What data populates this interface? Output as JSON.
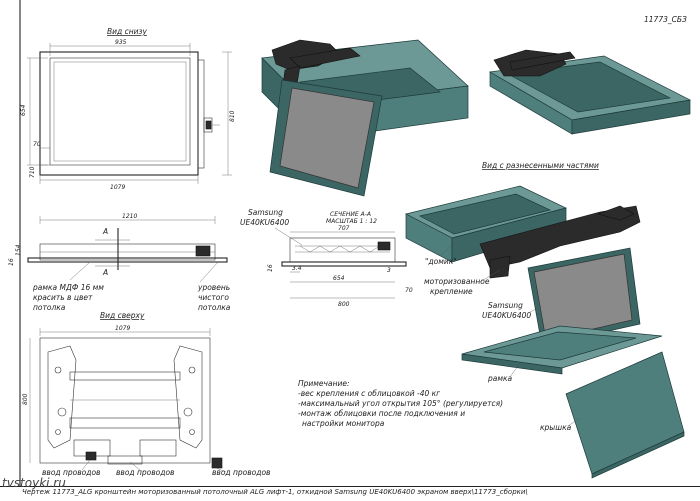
{
  "drawing_code": "11773_СБЗ",
  "views": {
    "bottom": "Вид снизу",
    "top": "Вид сверху",
    "exploded": "Вид с разнесенными частями"
  },
  "dims_bottom": {
    "w_top": "935",
    "w_bottom": "1079",
    "h_left": "654",
    "h_right": "810",
    "d_70": "70",
    "d_710": "710"
  },
  "dims_side": {
    "w": "1210",
    "h": "16",
    "h2": "154",
    "sec": "A"
  },
  "dims_top": {
    "w": "1079",
    "h": "800"
  },
  "section": {
    "title": "СЕЧЕНИЕ А-А",
    "scale": "МАСШТАБ 1 : 12",
    "d707": "707",
    "d34": "3.4",
    "d654": "654",
    "d3": "3",
    "d800": "800",
    "d70": "70",
    "d16": "16"
  },
  "labels": {
    "mdf": "рамка МДФ 16 мм красить в цвет потолка",
    "level": "уровень чистого потолка",
    "samsung_top": "Samsung UE40KU6400",
    "samsung_right": "Samsung UE40KU6400",
    "domik": "\"домик\"",
    "motor": "моторизованное крепление",
    "ramka": "рамка",
    "kryshka": "крышка",
    "vvod1": "ввод проводов",
    "vvod2": "ввод проводов",
    "vvod3": "ввод проводов"
  },
  "note": {
    "title": "Примечание:",
    "lines": [
      "-вес крепления с облицовкой -40 кг",
      "-максимальный угол открытия 105° (регулируется)",
      "-монтаж облицовки после подключения и",
      "настройки монитора"
    ]
  },
  "caption": "Чертеж 11773_ALG кронштейн моторизованный потолочный ALG лифт-1, откидной Samsung UE40KU6400 экраном вверх\\11773_сборки\\",
  "watermark": "tvstoyki.ru"
}
